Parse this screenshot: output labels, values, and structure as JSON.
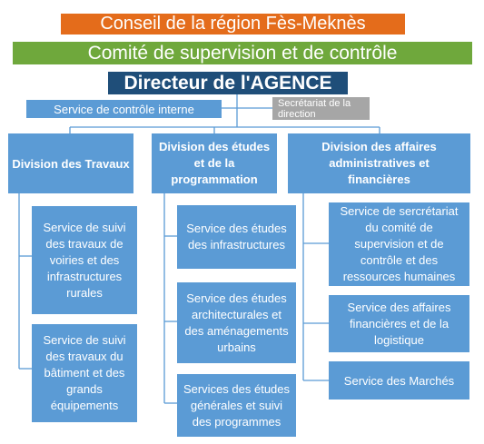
{
  "colors": {
    "council": "#E46C1B",
    "committee": "#6FA83C",
    "director": "#1F4E79",
    "service_box": "#5B9BD5",
    "division_box": "#5B9BD5",
    "secretariat": "#A6A6A6",
    "connector": "#5B9BD5"
  },
  "council": {
    "label": "Conseil de la région Fès-Meknès"
  },
  "committee": {
    "label": "Comité de supervision et de contrôle"
  },
  "director": {
    "label": "Directeur de l'AGENCE"
  },
  "control_service": {
    "label": "Service de contrôle interne"
  },
  "secretariat": {
    "label": "Secrétariat de la direction"
  },
  "divisions": [
    {
      "label": "Division des Travaux",
      "services": [
        "Service de suivi des travaux de voiries et des infrastructures rurales",
        "Service de suivi des travaux du bâtiment et des grands équipements"
      ]
    },
    {
      "label": "Division des études et de la programmation",
      "services": [
        "Service des études des infrastructures",
        "Service des études architecturales et des aménagements urbains",
        "Services des études générales et suivi des programmes"
      ]
    },
    {
      "label": "Division des affaires administratives et financières",
      "services": [
        "Service de sercrétariat du comité de supervision et de contrôle et des ressources humaines",
        "Service des affaires financières et de la logistique",
        "Service des Marchés"
      ]
    }
  ]
}
